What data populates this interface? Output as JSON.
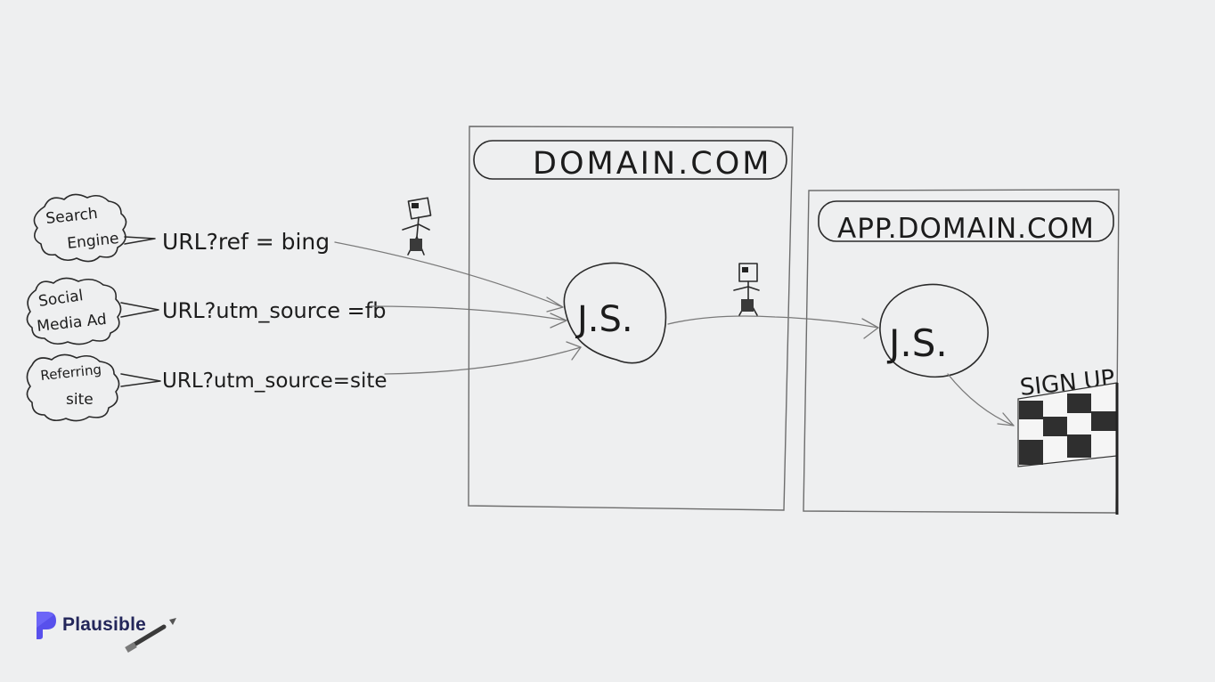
{
  "sources": [
    {
      "bubble": [
        "Search",
        "Engine"
      ],
      "url": "URL?ref = bing"
    },
    {
      "bubble": [
        "Social",
        "Media Ad"
      ],
      "url": "URL?utm_source =fb"
    },
    {
      "bubble": [
        "Referring",
        "site"
      ],
      "url": "URL?utm_source=site"
    }
  ],
  "domain_box": {
    "title": "DOMAIN.COM",
    "script": "J.S."
  },
  "app_box": {
    "title": "APP.DOMAIN.COM",
    "script": "J.S."
  },
  "goal": {
    "label": "SIGN UP"
  },
  "brand": {
    "name": "Plausible",
    "accent": "#5850ec"
  },
  "icons": {
    "visitor": "stick-figure-icon",
    "finish": "checkered-flag-icon",
    "logo": "plausible-logo-icon"
  }
}
